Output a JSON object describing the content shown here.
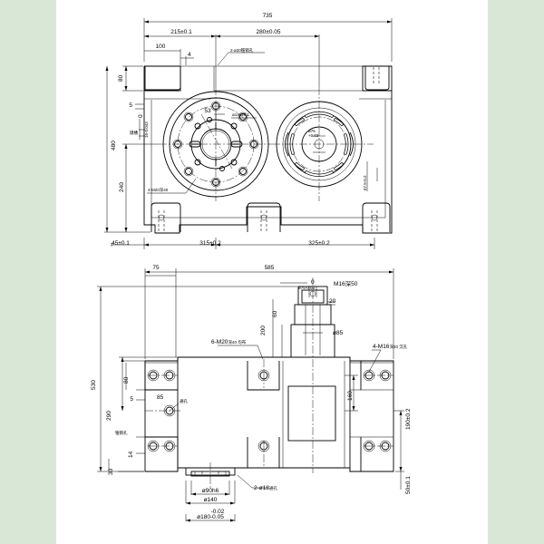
{
  "top_view": {
    "dims": {
      "total_width": "735",
      "d215": "215±0.1",
      "d280": "280±0.05",
      "d100": "100",
      "d80": "80",
      "d5": "5",
      "d0": "0",
      "d16": "16-0.043",
      "d480": "480",
      "d240": "240",
      "d45": "45±0.1",
      "d315": "315±0.2",
      "d325": "325±0.2",
      "d53": "53",
      "d675": "67.5-0.2",
      "d4": "4"
    },
    "notes": {
      "holes_top": "2-ø20",
      "holes_top_suffix": "锥销孔",
      "bolt_circle": "ø140±0.1",
      "tapped": "4-M20",
      "tapped_depth": "深40",
      "side_label": "键槽",
      "bore_label": "ø75",
      "bore_tol": "+0.03"
    }
  },
  "front_view": {
    "dims": {
      "d75": "75",
      "d585": "585",
      "d0": "0",
      "d75s": "ø75-0.03",
      "m16": "M16",
      "m16d": "深50",
      "d20": "20",
      "d60": "60",
      "d200": "200",
      "d85": "ø85",
      "d530": "530",
      "d80": "80",
      "d290": "290",
      "d5": "5",
      "d85b": "85",
      "d14": "14",
      "d30": "30",
      "d160": "160",
      "d190": "190±0.2",
      "d50": "50±0.1",
      "d90": "ø90h6",
      "d140": "ø140",
      "d180a": "-0.02",
      "d180": "ø180-0.05"
    },
    "notes": {
      "holes6": "6-M20",
      "holes6_depth": "深40 均布",
      "holes4": "4-M16",
      "holes4_depth": "深30 沉孔",
      "holes2": "2-ø18",
      "holes2_tail": "通孔",
      "small_a": "通孔",
      "small_b": "锥销孔"
    }
  }
}
